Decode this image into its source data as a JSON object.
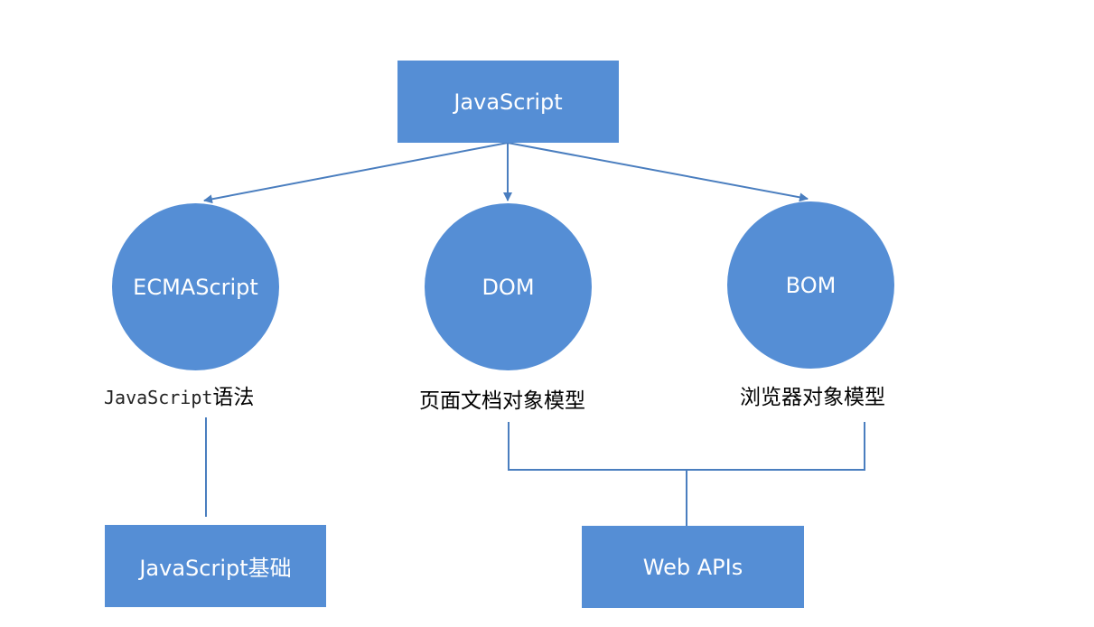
{
  "diagram": {
    "root": {
      "label": "JavaScript"
    },
    "branches": [
      {
        "label": "ECMAScript",
        "caption_code": "JavaScript",
        "caption_text": "语法"
      },
      {
        "label": "DOM",
        "caption": "页面文档对象模型"
      },
      {
        "label": "BOM",
        "caption": "浏览器对象模型"
      }
    ],
    "leaves": [
      {
        "label": "JavaScript基础"
      },
      {
        "label": "Web APIs"
      }
    ]
  },
  "colors": {
    "node_fill": "#558ed5",
    "node_text": "#ffffff",
    "connector": "#4a7ebf",
    "caption_text": "#000000"
  }
}
